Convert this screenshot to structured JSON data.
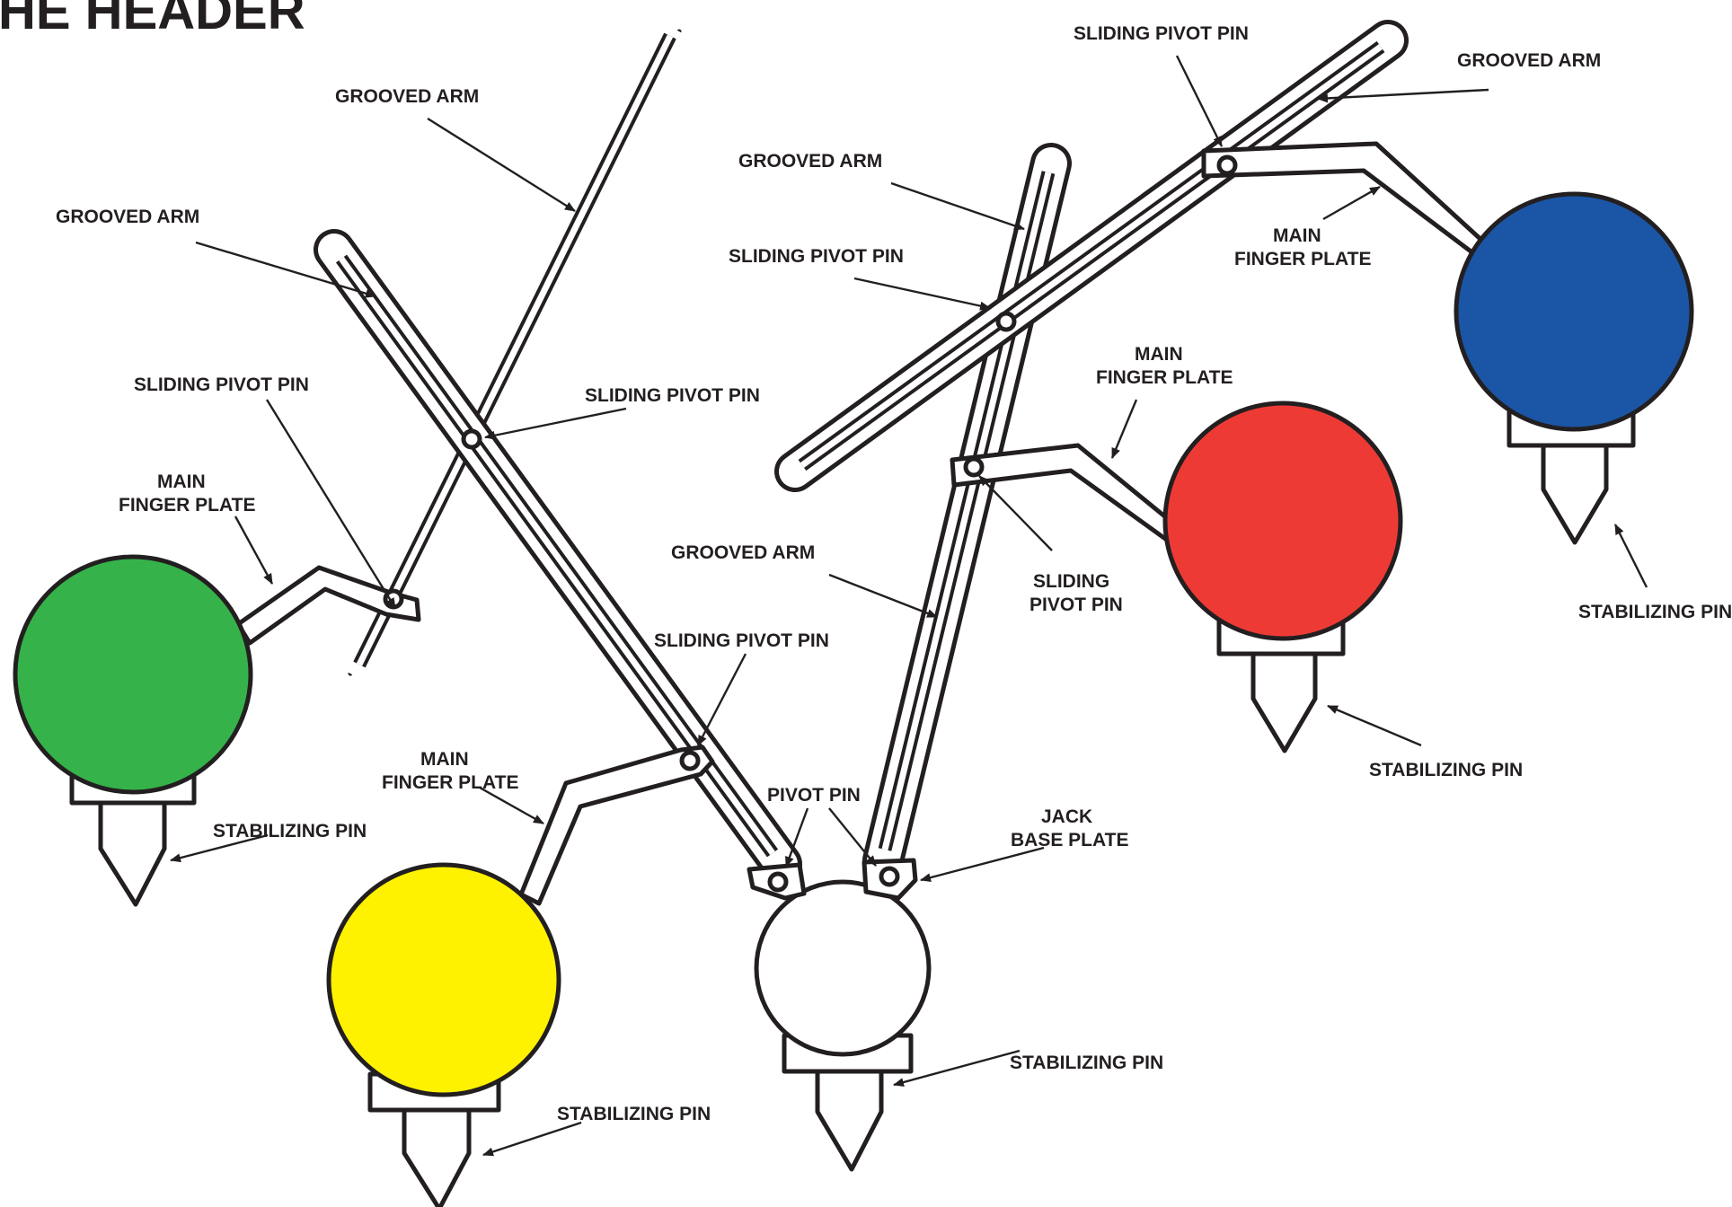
{
  "header": "HE HEADER",
  "labels": {
    "grooved_arm": "GROOVED ARM",
    "sliding_pivot_pin": "SLIDING PIVOT PIN",
    "sliding": "SLIDING",
    "pivot_pin": "PIVOT PIN",
    "main": "MAIN",
    "finger_plate": "FINGER PLATE",
    "main_finger_plate": "MAIN FINGER PLATE",
    "stabilizing_pin": "STABILIZING PIN",
    "jack": "JACK",
    "base_plate": "BASE PLATE"
  },
  "finger_colors": {
    "green": "#35b34a",
    "yellow": "#fff200",
    "red": "#ee3a35",
    "blue": "#1b55a5",
    "jack": "#ffffff"
  }
}
